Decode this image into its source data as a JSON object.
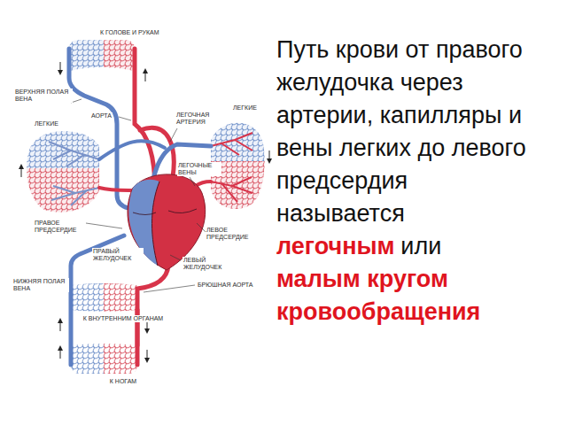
{
  "diagram": {
    "labels": [
      "К ГОЛОВЕ И РУКАМ",
      "ВЕРХНЯЯ ПОЛАЯ ВЕНА",
      "ЛЕГКИЕ",
      "АОРТА",
      "ЛЕГОЧНАЯ АРТЕРИЯ",
      "ЛЕГКИЕ",
      "ЛЕГОЧНЫЕ ВЕНЫ",
      "ПРАВОЕ ПРЕДСЕРДИЕ",
      "ПРАВЫЙ ЖЕЛУДОЧЕК",
      "ЛЕВЫЙ ЖЕЛУДОЧЕК",
      "ЛЕВОЕ ПРЕДСЕРДИЕ",
      "НИЖНЯЯ ПОЛАЯ ВЕНА",
      "БРЮШНАЯ АОРТА",
      "К ВНУТРЕННИМ ОРГАНАМ",
      "К НОГАМ",
      "Путь крови от правого желудочка через артерии, капилляры и вены легких до левого предсердия называется",
      "легочным",
      "или",
      "малым кругом кровообращения"
    ]
  }
}
